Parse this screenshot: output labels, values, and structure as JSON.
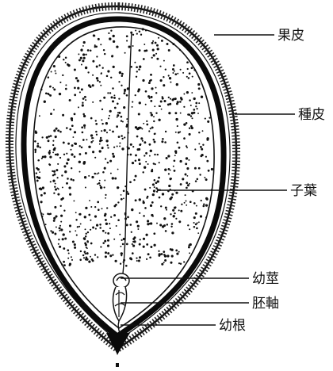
{
  "diagram": {
    "labels": {
      "pericarp": "果皮",
      "seed_coat": "種皮",
      "cotyledon": "子葉",
      "plumule": "幼莖",
      "hypocotyl": "胚軸",
      "radicle": "幼根"
    }
  }
}
